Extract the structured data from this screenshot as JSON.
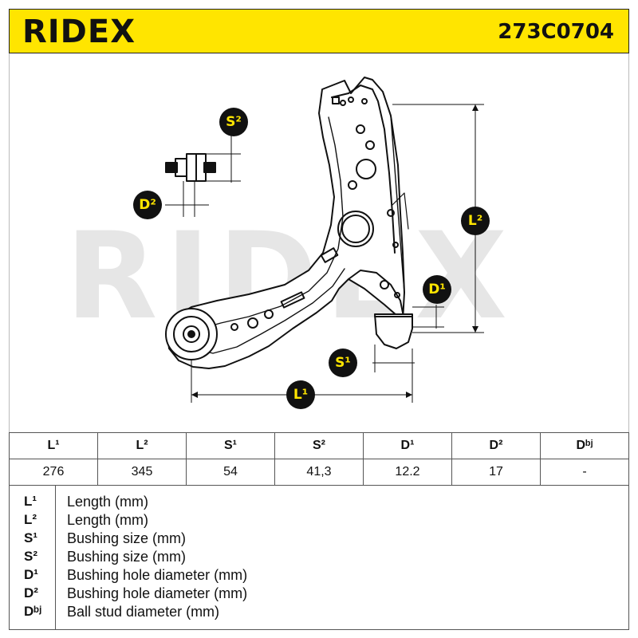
{
  "header": {
    "brand": "RIDEX",
    "part_number": "273C0704"
  },
  "watermark": "RIDEX",
  "badges": {
    "s2": "S²",
    "d2": "D²",
    "l2": "L²",
    "d1": "D¹",
    "s1": "S¹",
    "l1": "L¹"
  },
  "table": {
    "headers": [
      "L¹",
      "L²",
      "S¹",
      "S²",
      "D¹",
      "D²",
      "Dᵇʲ"
    ],
    "values": [
      "276",
      "345",
      "54",
      "41,3",
      "12.2",
      "17",
      "-"
    ]
  },
  "legend": [
    {
      "key": "L¹",
      "desc": "Length (mm)"
    },
    {
      "key": "L²",
      "desc": "Length (mm)"
    },
    {
      "key": "S¹",
      "desc": "Bushing size (mm)"
    },
    {
      "key": "S²",
      "desc": "Bushing size (mm)"
    },
    {
      "key": "D¹",
      "desc": "Bushing hole diameter (mm)"
    },
    {
      "key": "D²",
      "desc": "Bushing hole diameter (mm)"
    },
    {
      "key": "Dᵇʲ",
      "desc": "Ball stud diameter (mm)"
    }
  ],
  "colors": {
    "brand_yellow": "#ffe500",
    "text": "#111111",
    "watermark": "#e6e6e6"
  },
  "icons": {
    "drawing": "control-arm-technical-drawing"
  }
}
